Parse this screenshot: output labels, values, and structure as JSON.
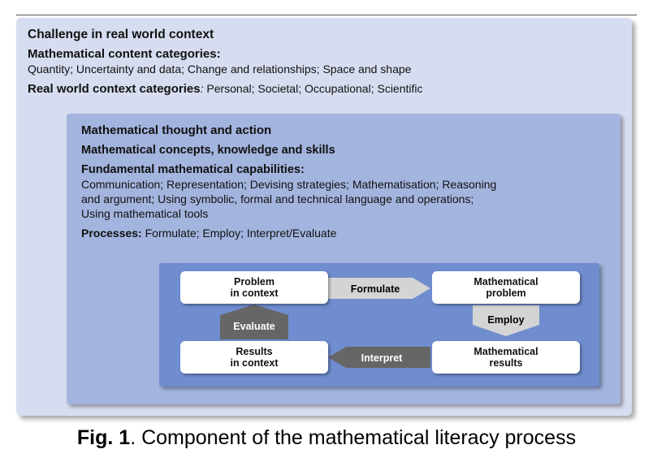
{
  "outer": {
    "title": "Challenge in real world context",
    "content_heading": "Mathematical content categories:",
    "content_text": "Quantity; Uncertainty and data; Change and relationships; Space and shape",
    "context_heading": "Real world context categories",
    "context_colon": ":",
    "context_text": " Personal; Societal; Occupational; Scientific"
  },
  "middle": {
    "title": "Mathematical thought and action",
    "concepts": "Mathematical concepts, knowledge and skills",
    "capabilities_heading": "Fundamental mathematical capabilities:",
    "capabilities_line1": "Communication; Representation; Devising strategies; Mathematisation; Reasoning",
    "capabilities_line2": "and argument; Using symbolic, formal and technical language and operations;",
    "capabilities_line3": "Using mathematical tools",
    "processes_heading": "Processes:",
    "processes_text": " Formulate; Employ; Interpret/Evaluate"
  },
  "cycle": {
    "problem_context": [
      "Problem",
      "in context"
    ],
    "math_problem": [
      "Mathematical",
      "problem"
    ],
    "results_context": [
      "Results",
      "in context"
    ],
    "math_results": [
      "Mathematical",
      "results"
    ],
    "formulate": "Formulate",
    "employ": "Employ",
    "interpret": "Interpret",
    "evaluate": "Evaluate",
    "colors": {
      "light_arrow": "#d4d4d4",
      "dark_arrow": "#666666",
      "box": "#ffffff"
    }
  },
  "caption": {
    "fig": "Fig. 1",
    "text": ". Component of the mathematical literacy process"
  }
}
